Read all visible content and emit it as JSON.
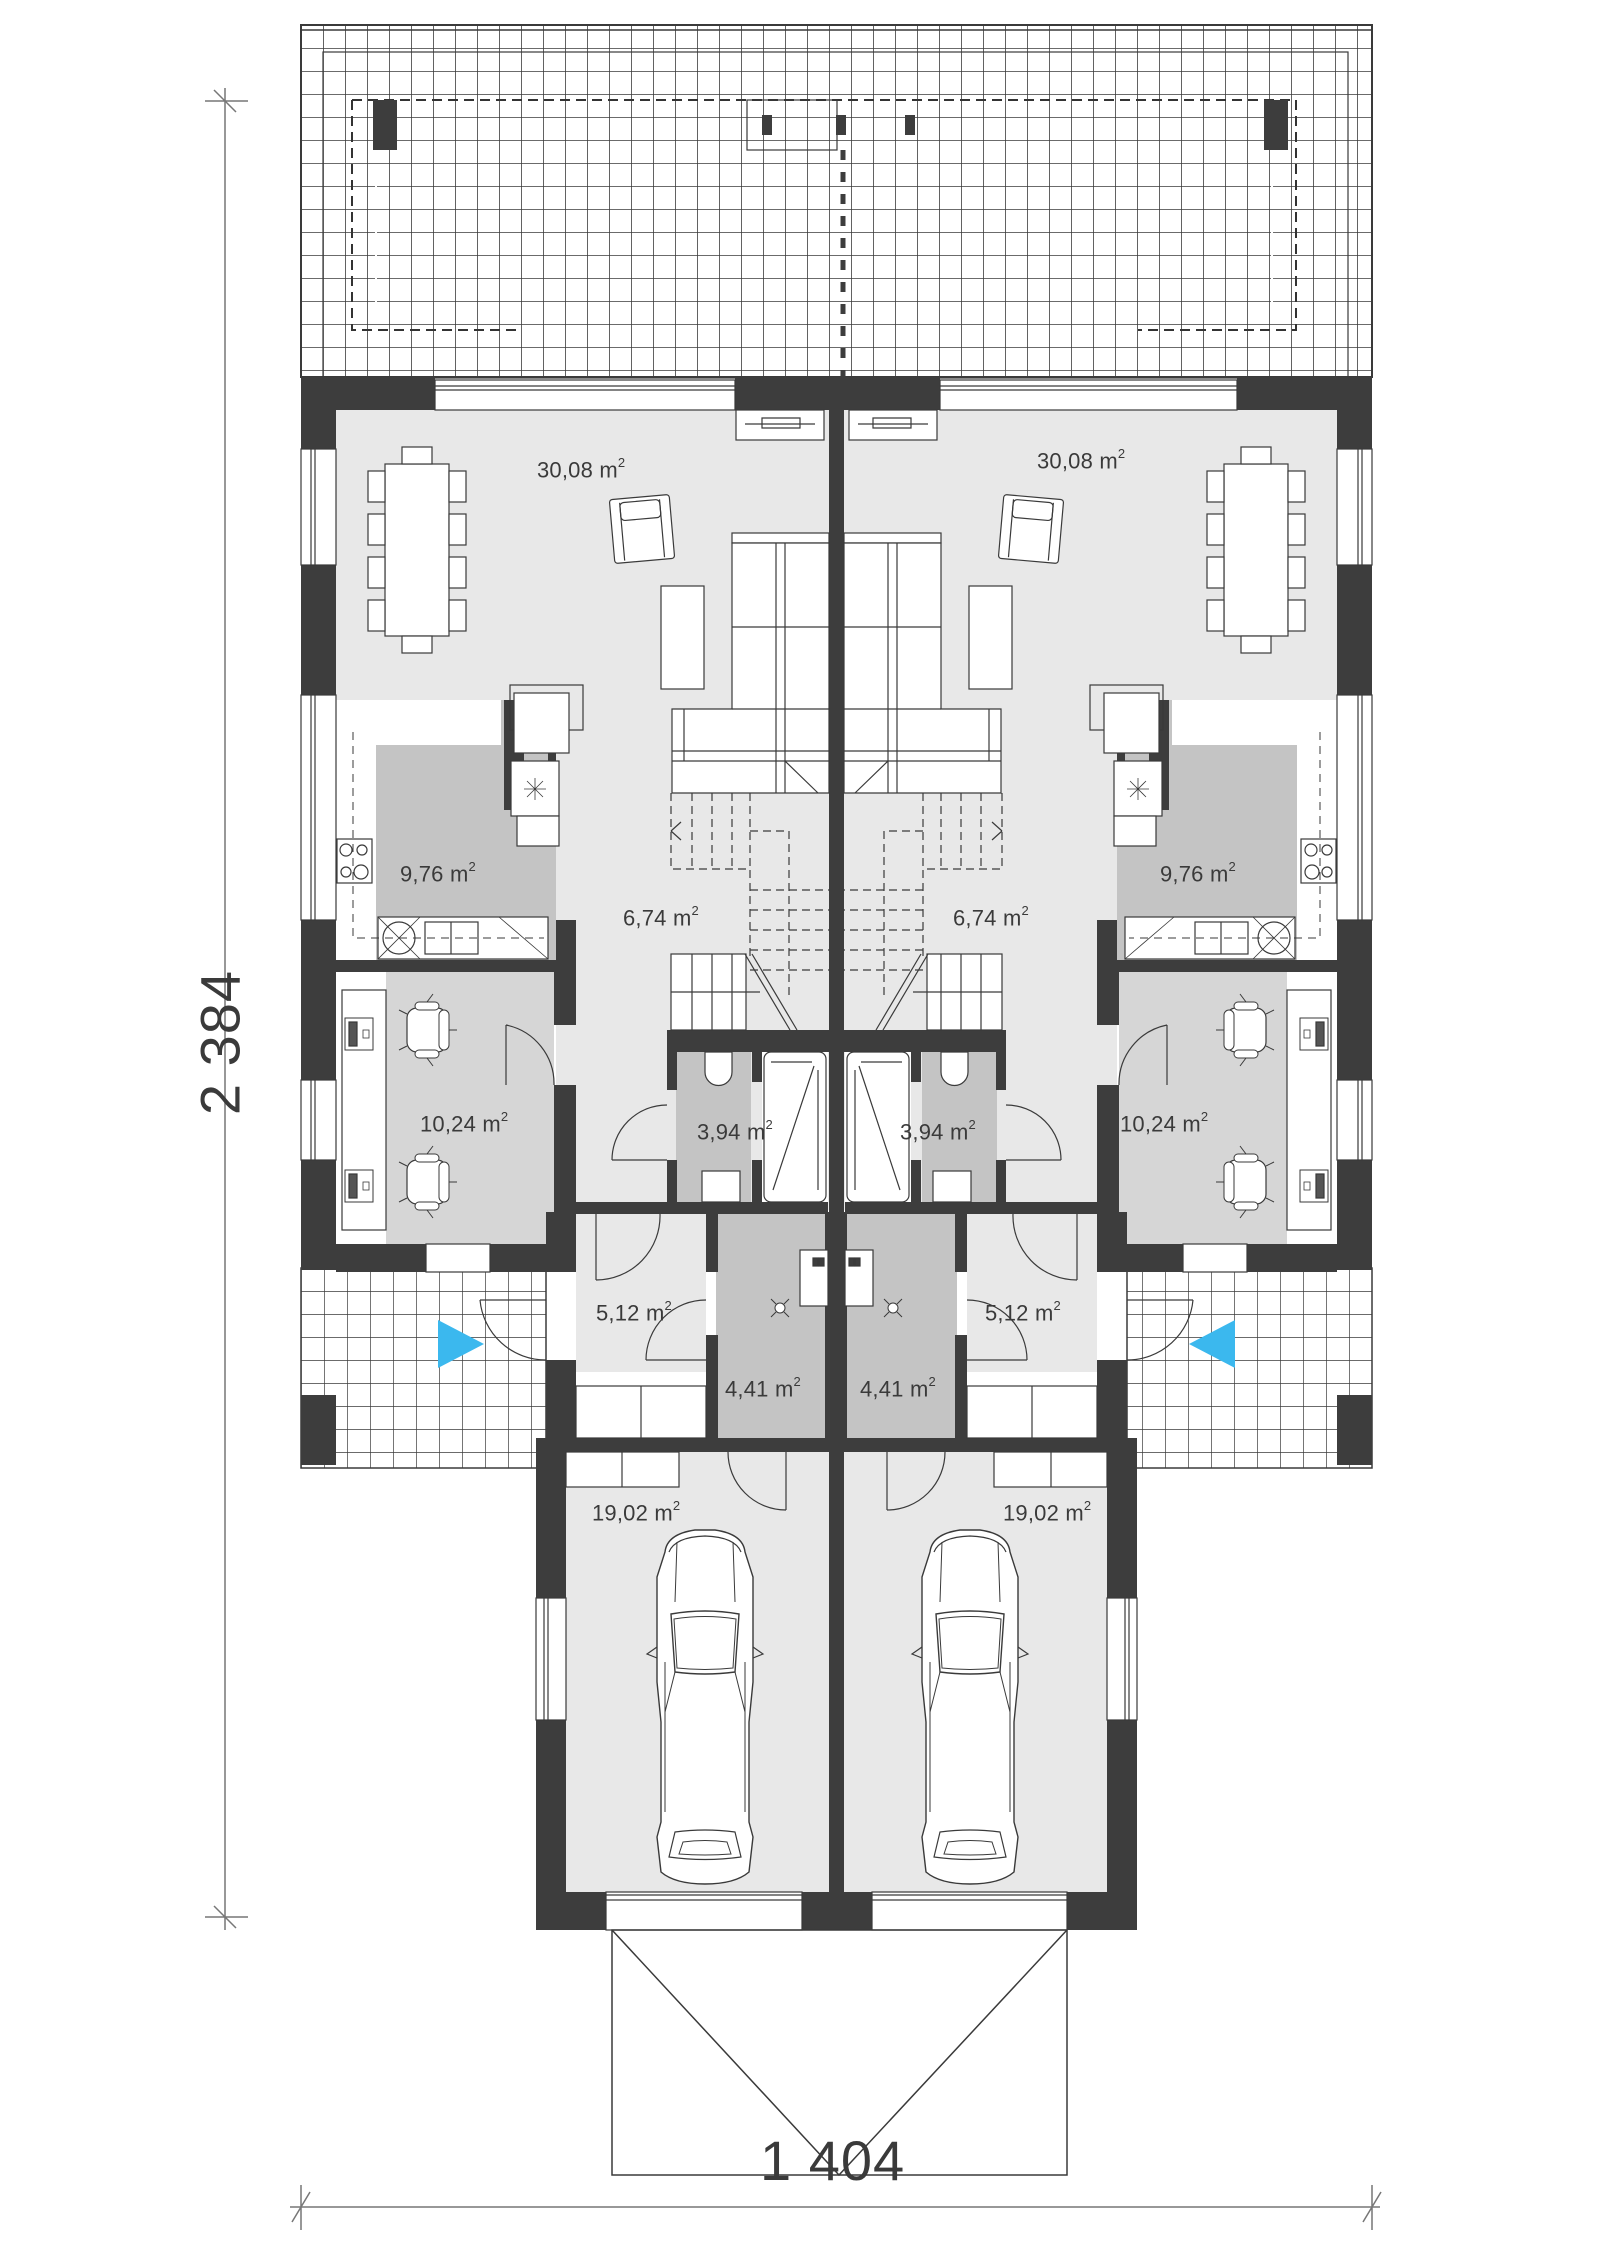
{
  "plan": {
    "type": "semi-detached house ground floor plan",
    "colors": {
      "wall": "#3d3d3d",
      "floor_light": "#e8e8e8",
      "floor_mid": "#d6d6d6",
      "floor_dark": "#c4c4c4",
      "line": "#3a3a3a",
      "entrance_arrow": "#3bb8ee",
      "background": "#ffffff"
    },
    "dimensions": {
      "width_label": "1 404",
      "height_label": "2 384"
    },
    "units": {
      "left": {
        "rooms": [
          {
            "name": "living-dining",
            "area": "30,08",
            "unit": "m",
            "exp": "2"
          },
          {
            "name": "kitchen",
            "area": "9,76",
            "unit": "m",
            "exp": "2"
          },
          {
            "name": "hall-stairs",
            "area": "6,74",
            "unit": "m",
            "exp": "2"
          },
          {
            "name": "office",
            "area": "10,24",
            "unit": "m",
            "exp": "2"
          },
          {
            "name": "bathroom",
            "area": "3,94",
            "unit": "m",
            "exp": "2"
          },
          {
            "name": "vestibule",
            "area": "5,12",
            "unit": "m",
            "exp": "2"
          },
          {
            "name": "utility",
            "area": "4,41",
            "unit": "m",
            "exp": "2"
          },
          {
            "name": "garage",
            "area": "19,02",
            "unit": "m",
            "exp": "2"
          }
        ]
      },
      "right": {
        "rooms": [
          {
            "name": "living-dining",
            "area": "30,08",
            "unit": "m",
            "exp": "2"
          },
          {
            "name": "kitchen",
            "area": "9,76",
            "unit": "m",
            "exp": "2"
          },
          {
            "name": "hall-stairs",
            "area": "6,74",
            "unit": "m",
            "exp": "2"
          },
          {
            "name": "office",
            "area": "10,24",
            "unit": "m",
            "exp": "2"
          },
          {
            "name": "bathroom",
            "area": "3,94",
            "unit": "m",
            "exp": "2"
          },
          {
            "name": "vestibule",
            "area": "5,12",
            "unit": "m",
            "exp": "2"
          },
          {
            "name": "utility",
            "area": "4,41",
            "unit": "m",
            "exp": "2"
          },
          {
            "name": "garage",
            "area": "19,02",
            "unit": "m",
            "exp": "2"
          }
        ]
      }
    },
    "icons": [
      "entrance-arrow-icon",
      "car-icon",
      "dining-table-icon",
      "armchair-icon",
      "sofa-icon",
      "stove-icon",
      "sink-icon",
      "toilet-icon",
      "bathtub-icon",
      "office-chair-icon",
      "desk-computer-icon",
      "door-swing-icon",
      "window-icon",
      "ceiling-light-icon",
      "boiler-icon"
    ]
  }
}
